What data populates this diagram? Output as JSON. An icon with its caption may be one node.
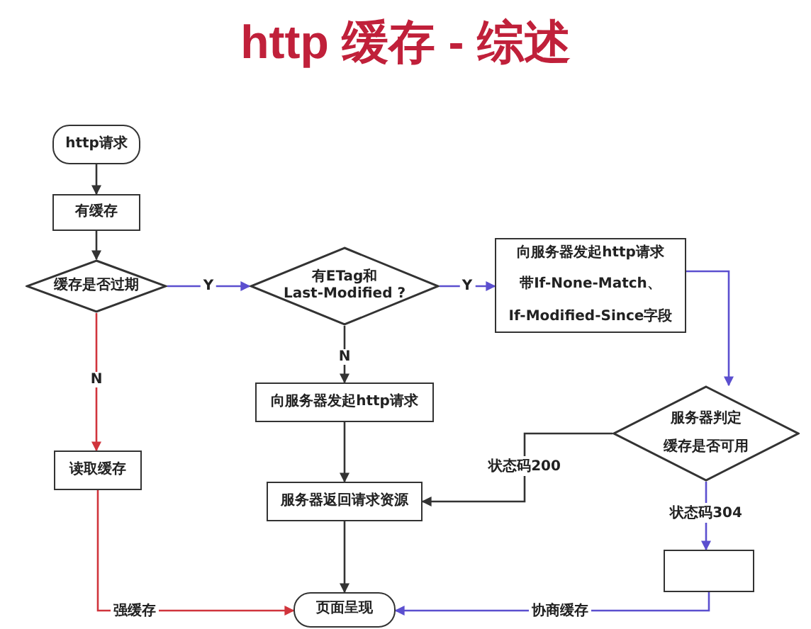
{
  "diagram": {
    "title": "http 缓存 - 综述",
    "nodes": [
      {
        "text": [
          "http请求"
        ]
      },
      {
        "text": [
          "有缓存"
        ]
      },
      {
        "text": [
          "缓存是否过期"
        ]
      },
      {
        "text": [
          "有ETag和 Last-Modified ?"
        ]
      },
      {
        "text": [
          "向服务器发起http请求",
          "带If-None-Match、",
          "If-Modified-Since字段"
        ]
      },
      {
        "text": [
          "向服务器发起http请求"
        ]
      },
      {
        "text": [
          "服务器判定",
          "缓存是否可用"
        ]
      },
      {
        "text": [
          "读取缓存"
        ]
      },
      {
        "text": [
          "服务器返回请求资源"
        ]
      },
      {
        "text": [],
        "shape": "box"
      },
      {
        "text": [
          "页面呈现"
        ]
      }
    ],
    "edges": [
      {
        "from": 0,
        "to": 1,
        "arrow": "to"
      },
      {
        "from": 1,
        "to": 2,
        "arrow": "to"
      },
      {
        "from": 2,
        "to": 3,
        "arrow": "to",
        "label": "Y",
        "color": "#5b4fcf"
      },
      {
        "from": 3,
        "to": 4,
        "arrow": "to",
        "label": "Y",
        "color": "#5b4fcf"
      },
      {
        "from": 3,
        "to": 5,
        "arrow": "to",
        "label": "N"
      },
      {
        "from": 2,
        "to": 7,
        "arrow": "to",
        "label": "N",
        "color": "#d0343c"
      },
      {
        "from": 4,
        "to": 6,
        "arrow": "to",
        "color": "#5b4fcf"
      },
      {
        "from": 6,
        "to": 8,
        "arrow": "to",
        "label": "状态码200"
      },
      {
        "from": 5,
        "to": 8,
        "arrow": "to"
      },
      {
        "from": 8,
        "to": 10,
        "arrow": "to"
      },
      {
        "from": 7,
        "to": 10,
        "arrow": "to",
        "label": "强缓存",
        "color": "#d0343c"
      },
      {
        "from": 6,
        "to": 9,
        "arrow": "to",
        "label": "状态码304",
        "color": "#5b4fcf"
      },
      {
        "from": 9,
        "to": 10,
        "arrow": "to",
        "label": "协商缓存",
        "color": "#5b4fcf"
      }
    ]
  }
}
